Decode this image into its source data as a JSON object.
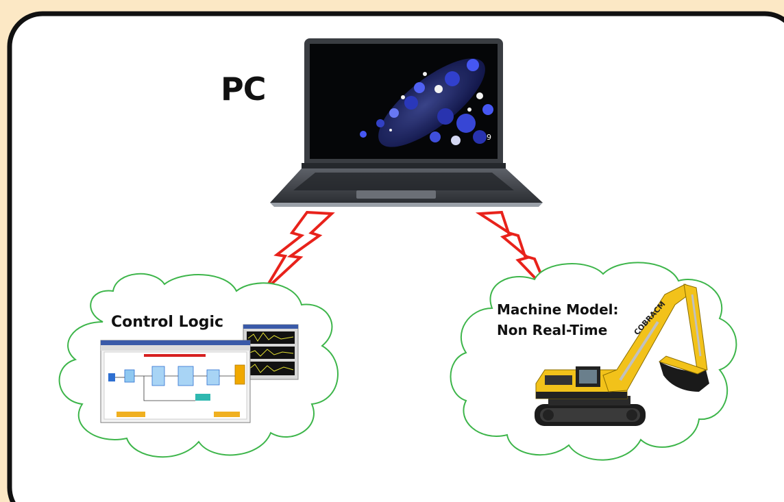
{
  "diagram": {
    "pc_label": "PC",
    "control_logic_label": "Control Logic",
    "machine_model_label_line1": "Machine Model:",
    "machine_model_label_line2": "Non Real-Time",
    "laptop_screen_badge": "9",
    "excavator_brand": "COBRACM"
  },
  "colors": {
    "background": "#FCE8C5",
    "panel": "#FFFFFF",
    "panel_border": "#111111",
    "cloud_outline": "#3DB54A",
    "lightning": "#E8221B",
    "excavator_body": "#F2C21A"
  },
  "icons": [
    "laptop-icon",
    "lightning-bolt-icon",
    "cloud-icon",
    "excavator-icon",
    "simulink-screenshot-icon"
  ]
}
